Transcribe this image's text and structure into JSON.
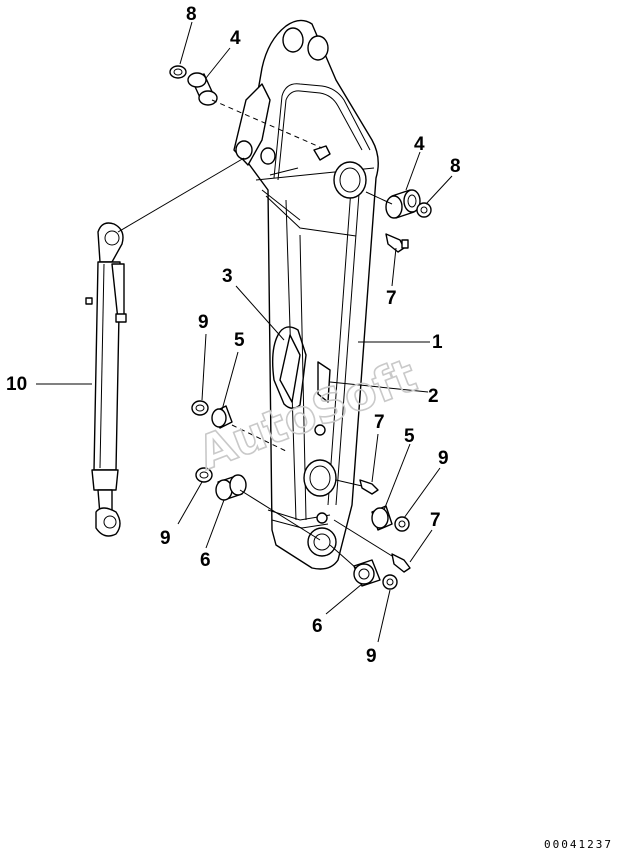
{
  "labels": {
    "n8_top": "8",
    "n4_top": "4",
    "n4_right": "4",
    "n8_right": "8",
    "n7_upper": "7",
    "n3": "3",
    "n1": "1",
    "n2": "2",
    "n9_left_upper": "9",
    "n5_left": "5",
    "n10": "10",
    "n7_middle": "7",
    "n5_right": "5",
    "n9_right_upper": "9",
    "n9_left_lower": "9",
    "n6_left": "6",
    "n7_lower": "7",
    "n6_lower": "6",
    "n9_lower": "9"
  },
  "watermark": "AutoSoft",
  "drawing_code": "00041237"
}
